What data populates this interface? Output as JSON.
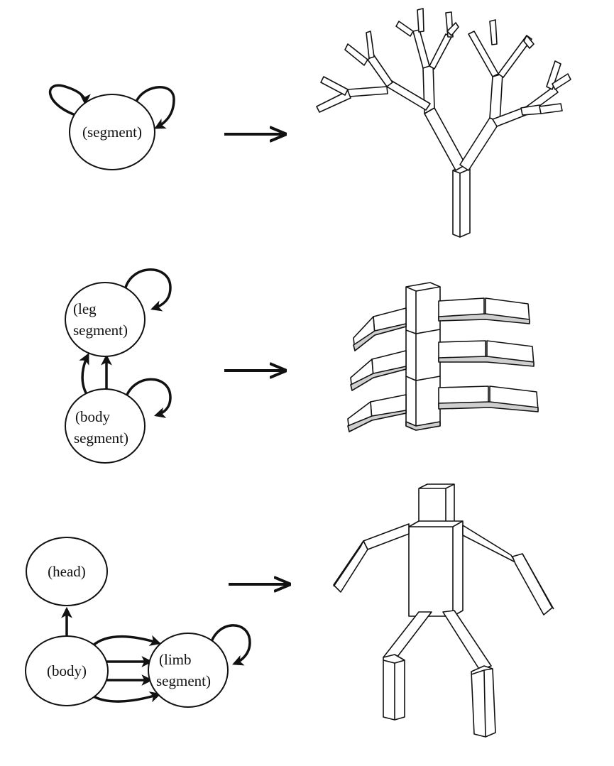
{
  "diagrams": [
    {
      "nodes": [
        "(segment)"
      ]
    },
    {
      "nodes": [
        "(leg",
        "segment)",
        "(body",
        "segment)"
      ]
    },
    {
      "nodes": [
        "(head)",
        "(body)",
        "(limb",
        "segment)"
      ]
    }
  ],
  "colors": {
    "stroke": "#111111",
    "fill": "#ffffff",
    "shade": "#cfcfcf"
  }
}
